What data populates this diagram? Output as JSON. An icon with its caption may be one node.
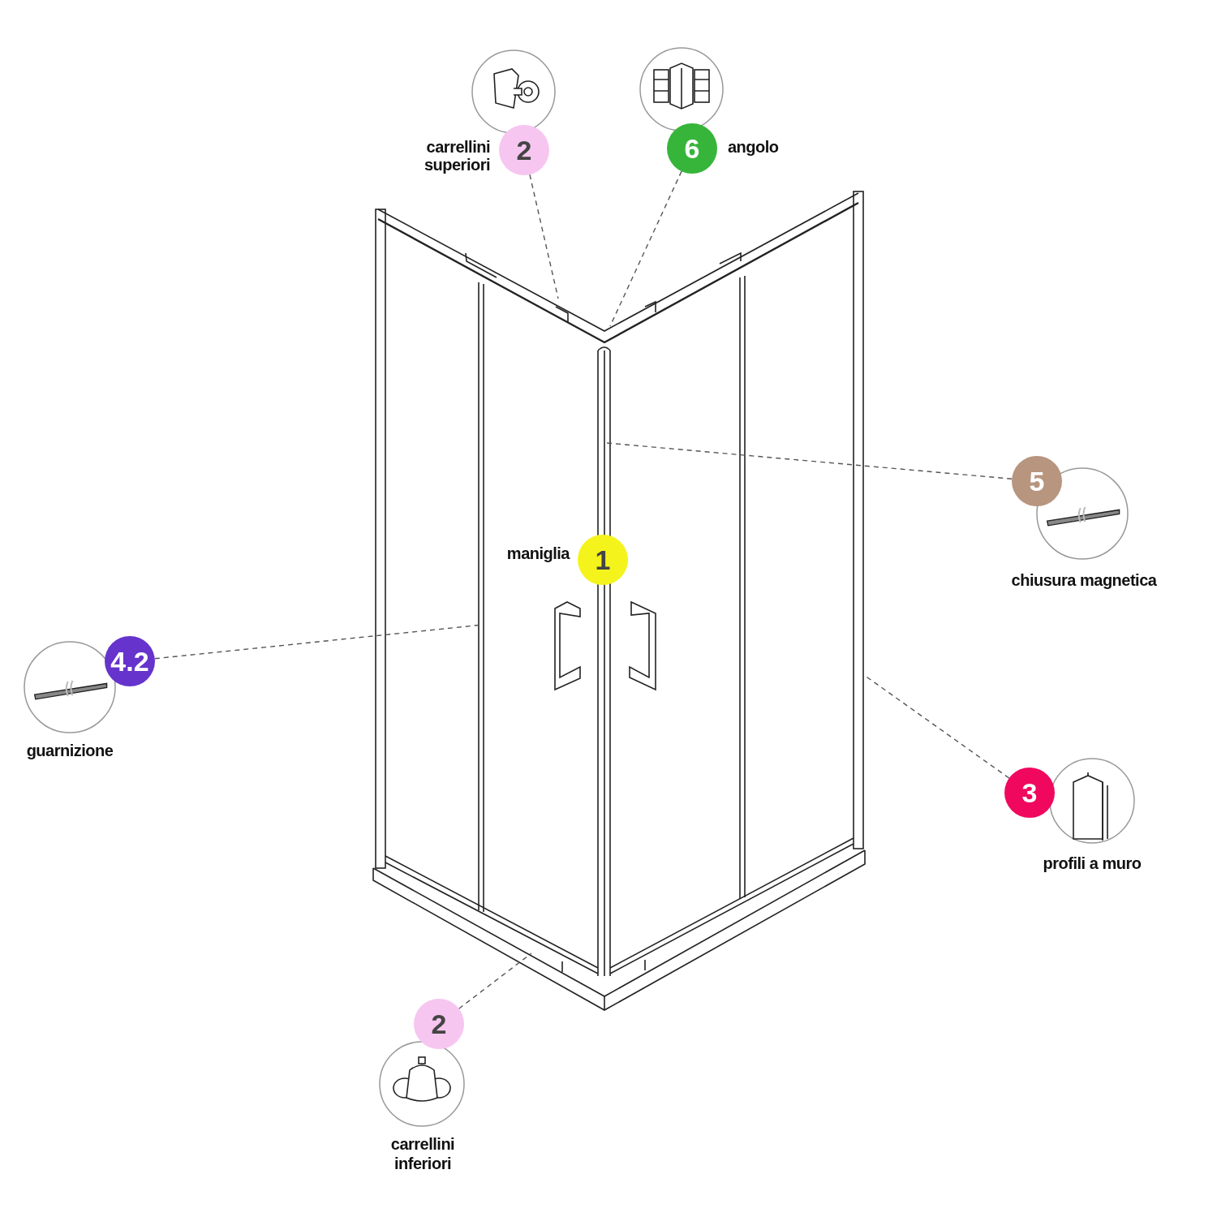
{
  "diagram": {
    "nodes": [
      {
        "text": [
          "2"
        ],
        "beside": [
          "carrellini superiori"
        ]
      },
      {
        "text": [
          "6"
        ],
        "beside": [
          "angolo"
        ]
      },
      {
        "text": [
          "1"
        ],
        "beside": [
          "maniglia"
        ]
      },
      {
        "text": [
          "5"
        ]
      },
      {
        "text": [
          "4.2"
        ],
        "beside": [
          "guarnizione"
        ]
      },
      {
        "text": [
          "3"
        ],
        "beside": [
          "profili a muro"
        ]
      },
      {
        "text": [
          "2"
        ]
      }
    ],
    "labels": [
      "chiusura magnetica",
      "carrellini inferiori"
    ],
    "edges": [
      {
        "from": 0,
        "to": null,
        "arrow": "none",
        "style": "dashed"
      },
      {
        "from": 1,
        "to": null,
        "arrow": "none",
        "style": "dashed"
      },
      {
        "from": 3,
        "to": null,
        "arrow": "none",
        "style": "dashed"
      },
      {
        "from": 4,
        "to": null,
        "arrow": "none",
        "style": "dashed"
      },
      {
        "from": 5,
        "to": null,
        "arrow": "none",
        "style": "dashed"
      },
      {
        "from": 6,
        "to": null,
        "arrow": "none",
        "style": "dashed"
      }
    ]
  }
}
